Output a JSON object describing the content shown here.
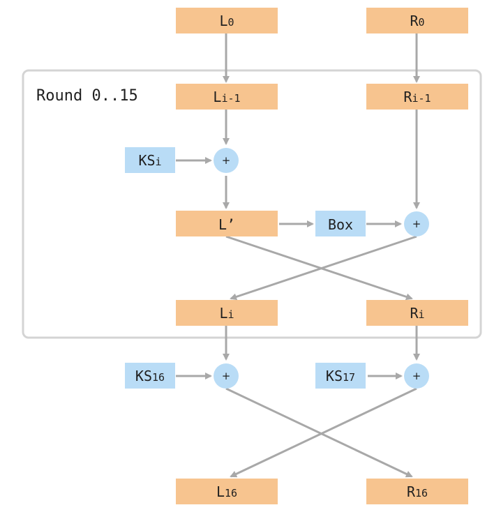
{
  "colors": {
    "data_box": "#f7c48f",
    "key_box": "#b9dcf6",
    "xor_circle": "#b9dcf6",
    "arrow": "#a8a8a8",
    "round_border": "#d4d4d4"
  },
  "round": {
    "label": "Round 0..15"
  },
  "nodes": {
    "L0": {
      "main": "L",
      "sub": "0"
    },
    "R0": {
      "main": "R",
      "sub": "0"
    },
    "L_prev": {
      "main": "L",
      "sub": "i-1"
    },
    "R_prev": {
      "main": "R",
      "sub": "i-1"
    },
    "KSi": {
      "main": "KS",
      "sub": "i"
    },
    "L_prime": {
      "main": "L’",
      "sub": ""
    },
    "Box": {
      "main": "Box",
      "sub": ""
    },
    "Li": {
      "main": "L",
      "sub": "i"
    },
    "Ri": {
      "main": "R",
      "sub": "i"
    },
    "KS16": {
      "main": "KS",
      "sub": "16"
    },
    "KS17": {
      "main": "KS",
      "sub": "17"
    },
    "L16": {
      "main": "L",
      "sub": "16"
    },
    "R16": {
      "main": "R",
      "sub": "16"
    }
  },
  "xor": {
    "symbol": "+"
  }
}
